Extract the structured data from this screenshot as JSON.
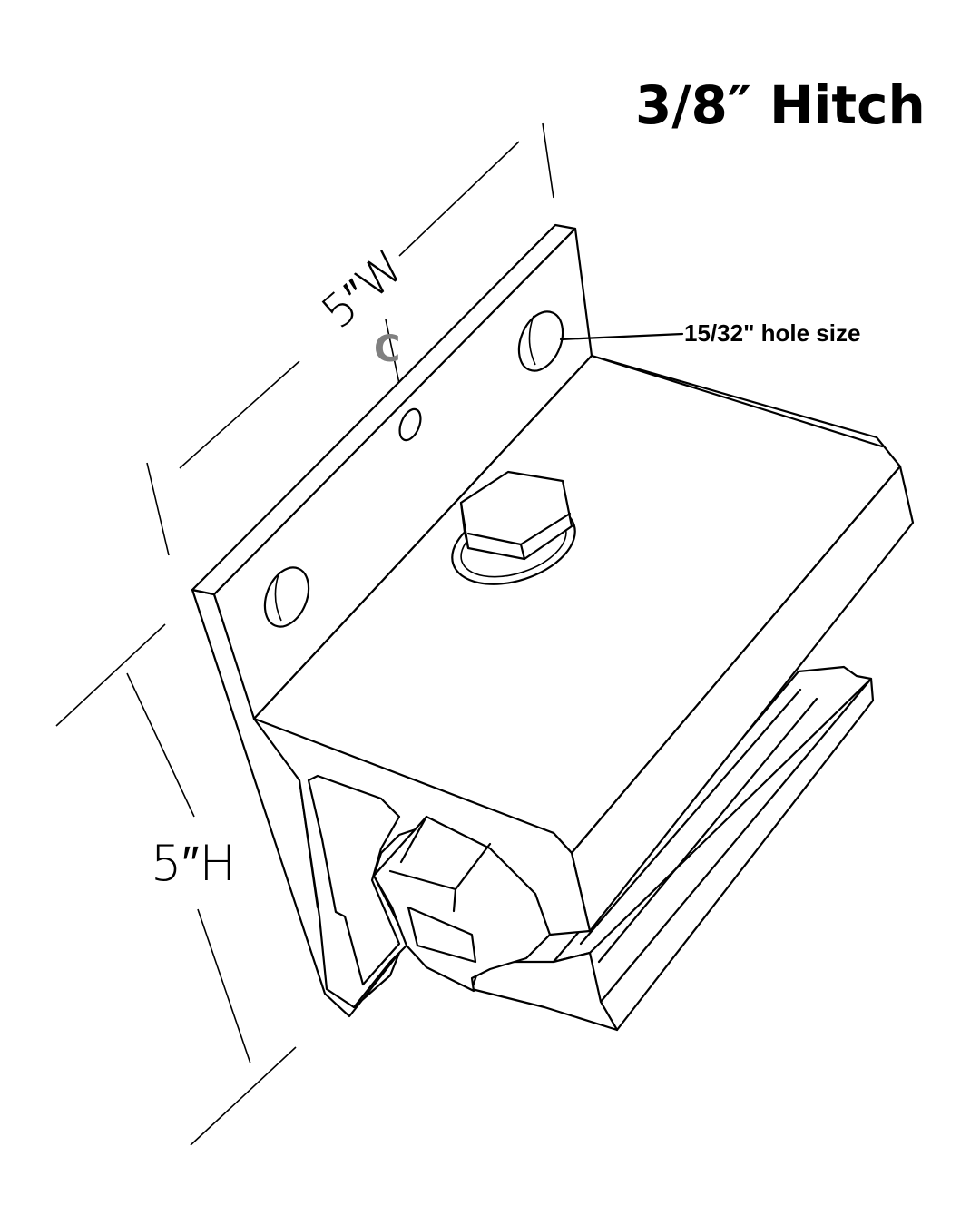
{
  "diagram": {
    "title": "3/8″ Hitch",
    "hole_label": "15/32\" hole size",
    "width_dimension": "5″W",
    "height_dimension": "5″H",
    "center_mark": "C"
  },
  "colors": {
    "line": "#000000",
    "center_mark": "#808080",
    "background": "#ffffff"
  }
}
